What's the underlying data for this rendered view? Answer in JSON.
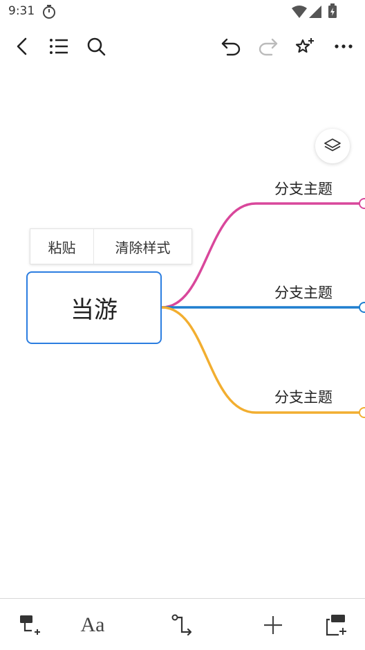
{
  "status": {
    "time": "9:31"
  },
  "toolbar": {
    "icons": [
      "back-icon",
      "outline-list-icon",
      "search-icon",
      "undo-icon",
      "redo-icon",
      "magic-sparkle-icon",
      "more-icon"
    ]
  },
  "context_menu": {
    "paste_label": "粘贴",
    "clear_style_label": "清除样式"
  },
  "mindmap": {
    "root_label": "当游",
    "branches": [
      {
        "label": "分支主题",
        "color": "#d9479b"
      },
      {
        "label": "分支主题",
        "color": "#1f7fcf"
      },
      {
        "label": "分支主题",
        "color": "#f2ae30"
      }
    ],
    "root_border_color": "#2b7de0"
  },
  "bottom_toolbar": {
    "icons": [
      "add-subtopic-icon",
      "text-style-icon",
      "connector-icon",
      "add-icon",
      "add-floating-topic-icon"
    ],
    "text_style_glyph": "Aa"
  }
}
